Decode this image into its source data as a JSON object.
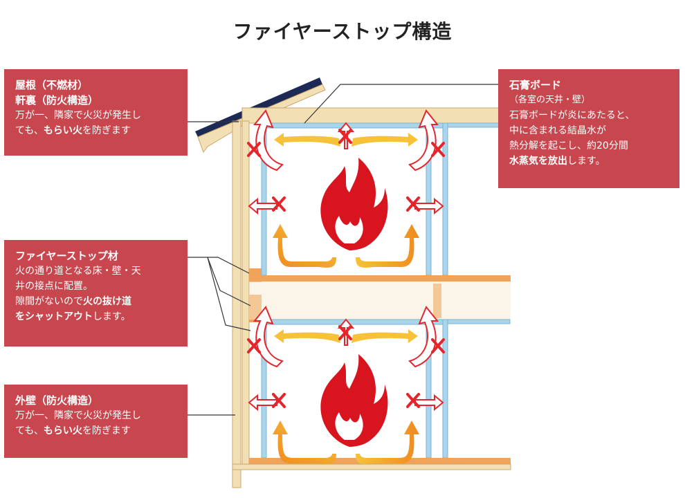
{
  "title": "ファイヤーストップ構造",
  "callouts": {
    "roof": {
      "line1": "屋根（不燃材）",
      "line2": "軒裏（防火構造）",
      "body_a": "万が一、隣家で火災が発生し",
      "body_b": "ても、",
      "body_bold": "もらい火",
      "body_c": "を防ぎます"
    },
    "gypsum": {
      "heading": "石膏ボード",
      "sub": "（各室の天井・壁）",
      "body_a": "石膏ボードが炎にあたると、",
      "body_b": "中に含まれる結晶水が",
      "body_c": "熱分解を起こし、約20分間",
      "body_bold": "水蒸気を放出",
      "body_d": "します。"
    },
    "firestop": {
      "heading": "ファイヤーストップ材",
      "body_a": "火の通り道となる床・壁・天",
      "body_b": "井の接点に配置。",
      "body_c": "隙間がないので",
      "body_bold1": "火の抜け道",
      "body_bold2": "をシャットアウト",
      "body_d": "します。"
    },
    "wall": {
      "heading": "外壁（防火構造）",
      "body_a": "万が一、隣家で火災が発生し",
      "body_b": "ても、",
      "body_bold": "もらい火",
      "body_c": "を防ぎます"
    }
  },
  "colors": {
    "callout_bg": "#c8474f",
    "gypsum_board": "#a9d4ea",
    "wood_frame": "#f3dfb4",
    "firestop": "#f0a35a",
    "fire": "#d8141e",
    "arrow_orange": "#f08a1e",
    "arrow_yellow": "#f5c23a",
    "blocked_x": "#e4252b"
  }
}
